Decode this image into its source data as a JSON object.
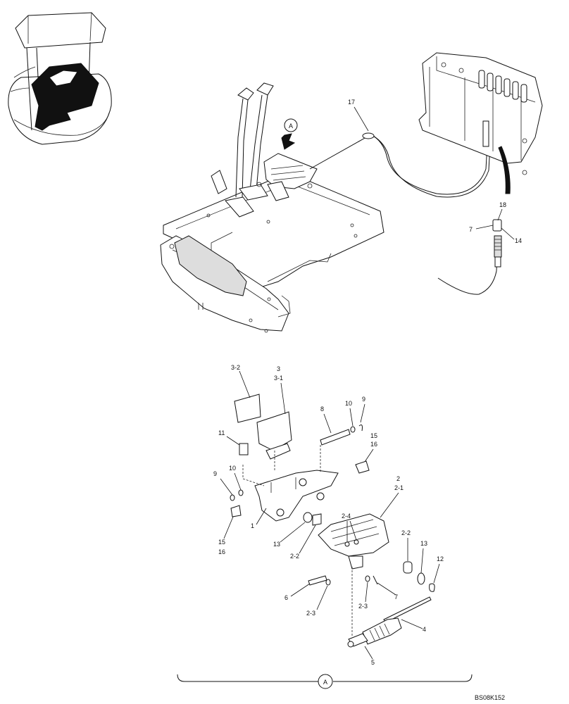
{
  "callouts": {
    "view_marker": "A",
    "bottom_marker": "A",
    "drawing_ref": "BS08K152"
  },
  "upper_labels": {
    "l17": "17",
    "l18": "18",
    "l7": "7",
    "l14": "14"
  },
  "lower_labels": {
    "l3_2": "3-2",
    "l3": "3",
    "l3_1": "3-1",
    "l8": "8",
    "l10a": "10",
    "l9a": "9",
    "l11": "11",
    "l15a": "15",
    "l16a": "16",
    "l10b": "10",
    "l9b": "9",
    "l1": "1",
    "l13a": "13",
    "l2_2a": "2-2",
    "l15b": "15",
    "l16b": "16",
    "l2": "2",
    "l2_1": "2-1",
    "l2_4": "2-4",
    "l2_2b": "2-2",
    "l13b": "13",
    "l12": "12",
    "l6": "6",
    "l2_3a": "2-3",
    "l2_3b": "2-3",
    "l7": "7",
    "l4": "4",
    "l5": "5"
  }
}
